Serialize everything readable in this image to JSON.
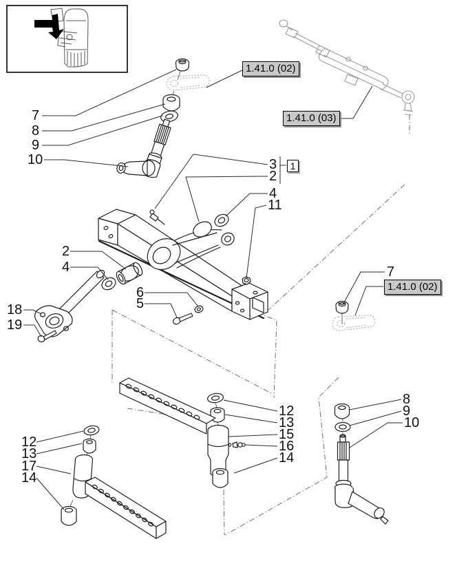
{
  "figure": {
    "background": "#ffffff",
    "line_color": "#1c1c1c",
    "ghost_color": "#9a9a9a",
    "ref_box_bg": "#c9c9c9",
    "ref_box_border": "#000000",
    "ref_box_shadow": "#8f8f8f"
  },
  "thumbnail": {
    "icon": "tractor-front-axle-location-thumbnail"
  },
  "item_box": {
    "label": "1"
  },
  "ref_boxes": [
    {
      "label": "1.41.0 (02)"
    },
    {
      "label": "1.41.0 (03)"
    },
    {
      "label": "1.41.0 (02)"
    }
  ],
  "callouts": [
    {
      "label": "7"
    },
    {
      "label": "8"
    },
    {
      "label": "9"
    },
    {
      "label": "10"
    },
    {
      "label": "3"
    },
    {
      "label": "2"
    },
    {
      "label": "4"
    },
    {
      "label": "11"
    },
    {
      "label": "2"
    },
    {
      "label": "4"
    },
    {
      "label": "6"
    },
    {
      "label": "5"
    },
    {
      "label": "18"
    },
    {
      "label": "19"
    },
    {
      "label": "7"
    },
    {
      "label": "12"
    },
    {
      "label": "13"
    },
    {
      "label": "15"
    },
    {
      "label": "16"
    },
    {
      "label": "14"
    },
    {
      "label": "12"
    },
    {
      "label": "13"
    },
    {
      "label": "17"
    },
    {
      "label": "14"
    },
    {
      "label": "8"
    },
    {
      "label": "9"
    },
    {
      "label": "10"
    }
  ]
}
